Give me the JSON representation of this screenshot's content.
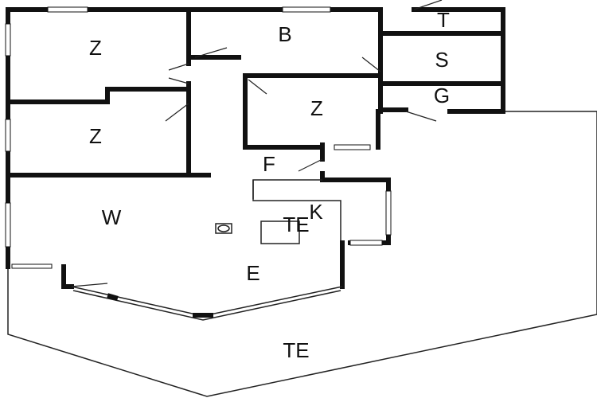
{
  "rooms": {
    "bedroom_1": "Z",
    "bedroom_2": "Z",
    "bedroom_3": "Z",
    "bathroom": "B",
    "toilet": "T",
    "sauna": "S",
    "storage": "G",
    "hall": "F",
    "living": "W",
    "kitchen": "K",
    "dining": "E",
    "indoor_terrace": "TE",
    "terrace": "TE"
  }
}
